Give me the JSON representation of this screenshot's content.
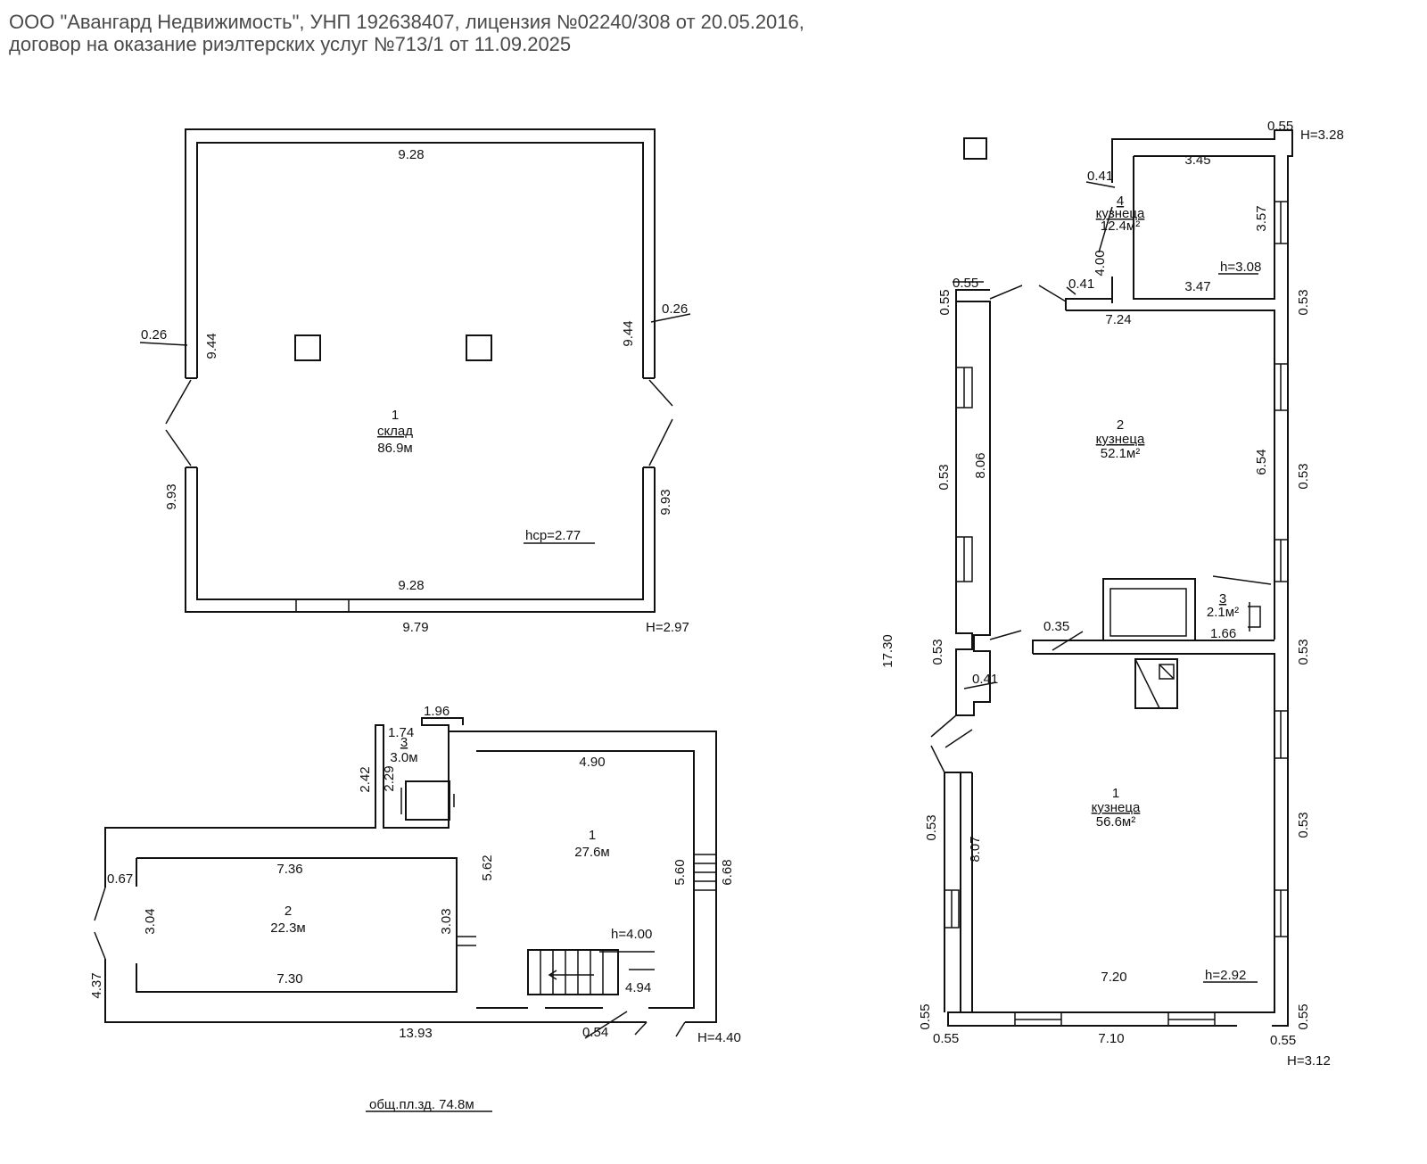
{
  "header": {
    "line1": "ООО \"Авангард Недвижимость\", УНП 192638407, лицензия №02240/308 от 20.05.2016,",
    "line2": "договор на оказание риэлтерских услуг №713/1 от 11.09.2025"
  },
  "plan_a": {
    "room_no": "1",
    "room_name": "склад",
    "room_area": "86.9м",
    "dim_top": "9.28",
    "dim_bottom_inner": "9.28",
    "dim_bottom_outer": "9.79",
    "dim_left_upper": "9.44",
    "dim_right_upper": "9.44",
    "dim_left_lower": "9.93",
    "dim_right_lower": "9.93",
    "wall_left": "0.26",
    "wall_right": "0.26",
    "height_avg": "hср=2.77",
    "height_total": "H=2.97"
  },
  "plan_b": {
    "room1_no": "1",
    "room1_area": "27.6м",
    "room2_no": "2",
    "room2_area": "22.3м",
    "room3_no": "3",
    "room3_area": "3.0м",
    "d_1_96": "1.96",
    "d_1_74": "1.74",
    "d_2_42": "2.42",
    "d_2_29": "2.29",
    "d_4_90": "4.90",
    "d_5_62": "5.62",
    "d_5_60": "5.60",
    "d_6_68": "6.68",
    "d_7_36": "7.36",
    "d_7_30": "7.30",
    "d_0_67": "0.67",
    "d_3_04": "3.04",
    "d_3_03": "3.03",
    "d_4_37": "4.37",
    "d_13_93": "13.93",
    "d_0_54": "0.54",
    "d_4_94": "4.94",
    "height_inner": "h=4.00",
    "height_total": "H=4.40",
    "total_area": "общ.пл.зд. 74.8м"
  },
  "plan_c": {
    "room1_no": "1",
    "room1_name": "кузнеца",
    "room1_area": "56.6м²",
    "room2_no": "2",
    "room2_name": "кузнеца",
    "room2_area": "52.1м²",
    "room3_no": "3",
    "room3_area": "2.1м²",
    "room4_no": "4",
    "room4_name": "кузнеца",
    "room4_area": "12.4м²",
    "d_0_55_top": "0.55",
    "height_top": "H=3.28",
    "d_3_45": "3.45",
    "d_3_57": "3.57",
    "d_0_41_a": "0.41",
    "d_4_00": "4.00",
    "height_r4": "h=3.08",
    "d_3_47": "3.47",
    "d_0_41_b": "0.41",
    "d_0_55_left": "0.55",
    "d_0_55_vert": "0.55",
    "d_7_24": "7.24",
    "d_0_53_r1": "0.53",
    "d_0_53_l1": "0.53",
    "d_8_06": "8.06",
    "d_6_54": "6.54",
    "d_0_53_r2": "0.53",
    "d_0_35": "0.35",
    "d_1_66": "1.66",
    "d_0_53_l2": "0.53",
    "d_0_53_r3": "0.53",
    "d_17_30": "17.30",
    "d_0_41_c": "0.41",
    "d_0_53_l3": "0.53",
    "d_8_07": "8.07",
    "d_0_53_r4": "0.53",
    "d_7_20": "7.20",
    "height_r1": "h=2.92",
    "d_0_55_bl_v": "0.55",
    "d_0_55_bl_h": "0.55",
    "d_7_10": "7.10",
    "d_0_55_br_h": "0.55",
    "d_0_55_br_v": "0.55",
    "height_bottom": "H=3.12"
  }
}
